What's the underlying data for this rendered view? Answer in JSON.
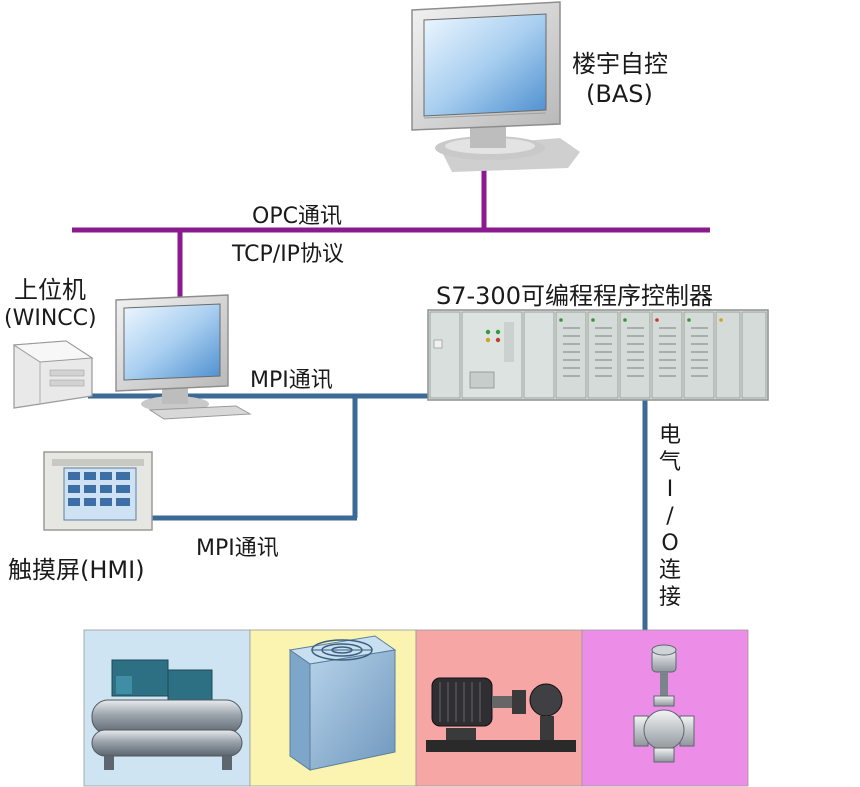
{
  "labels": {
    "bas_title": "楼宇自控",
    "bas_sub": "(BAS)",
    "opc_line1": "OPC通讯",
    "opc_line2": "TCP/IP协议",
    "upper_title": "上位机",
    "upper_sub": "(WINCC)",
    "plc_title": "S7-300可编程程序控制器",
    "mpi_upper": "MPI通讯",
    "mpi_hmi": "MPI通讯",
    "hmi_title": "触摸屏(HMI)",
    "io_chars": [
      "电",
      "气",
      "I",
      "/",
      "O",
      "连",
      "接"
    ]
  },
  "colors": {
    "opc_bus": "#8b1a8f",
    "mpi_bus": "#3a6a95",
    "panel_chiller": "#cfe4f2",
    "panel_tower": "#fbf3b0",
    "panel_pump": "#f7a6a6",
    "panel_valve": "#ec8ee8"
  },
  "icons": {
    "bas_monitor": "crt-monitor-icon",
    "upper_pc": "desktop-computer-icon",
    "hmi": "touch-panel-icon",
    "plc": "plc-rack-icon",
    "chiller": "chiller-icon",
    "tower": "cooling-tower-icon",
    "pump": "water-pump-icon",
    "valve": "control-valve-icon"
  }
}
